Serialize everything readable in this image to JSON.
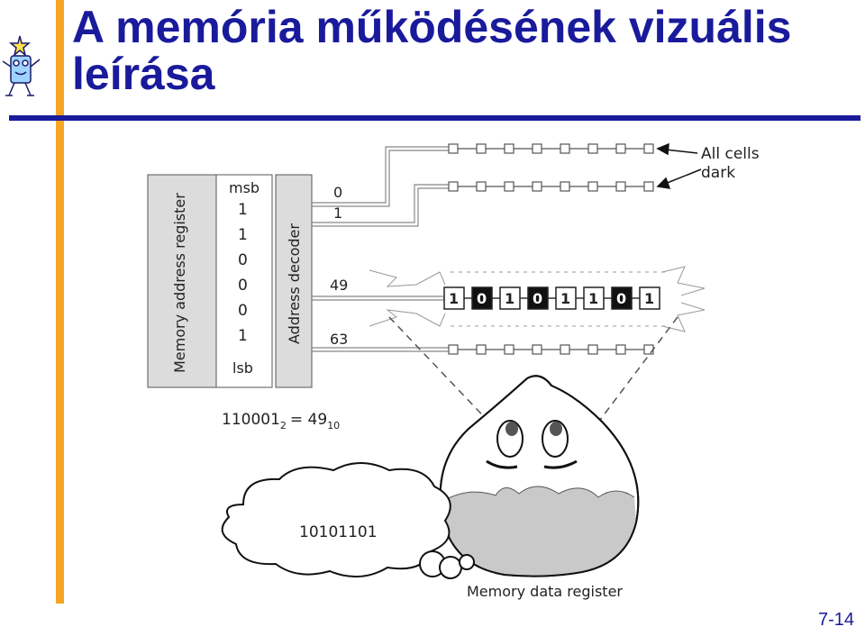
{
  "slide": {
    "title": "A memória működésének vizuális leírása",
    "page_number": "7-14"
  },
  "diagram": {
    "mar_label": "Memory address register",
    "decoder_label": "Address decoder",
    "msb_label": "msb",
    "lsb_label": "lsb",
    "address_bits": [
      "1",
      "1",
      "0",
      "0",
      "0",
      "1"
    ],
    "decoder_outputs": [
      "0",
      "1",
      "49",
      "63"
    ],
    "annotation": "All cells dark",
    "annotation_lines": [
      "All cells",
      "dark"
    ],
    "selected_cells": [
      "1",
      "0",
      "1",
      "0",
      "1",
      "1",
      "0",
      "1"
    ],
    "equation": {
      "binary": "110001",
      "binary_base": "2",
      "equals": "= 49",
      "decimal_base": "10"
    },
    "thought_value": "10101101",
    "mdr_label": "Memory data register"
  }
}
